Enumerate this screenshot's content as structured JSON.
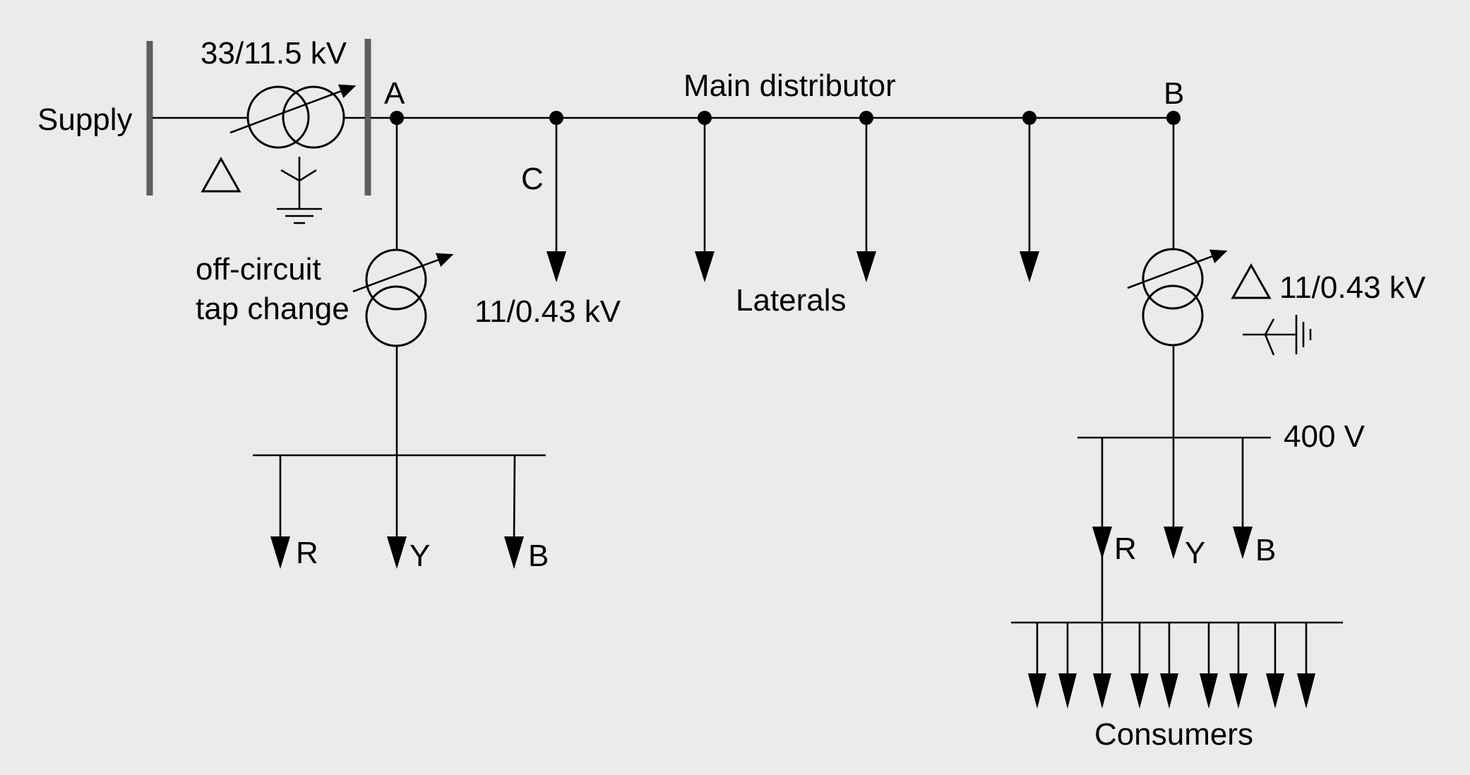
{
  "diagram": {
    "labels": {
      "supply": "Supply",
      "transformer_rating": "33/11.5 kV",
      "node_a": "A",
      "node_b": "B",
      "node_c": "C",
      "main_distributor": "Main distributor",
      "laterals": "Laterals",
      "tap_change_line1": "off-circuit",
      "tap_change_line2": "tap change",
      "lateral_c_rating": "11/0.43 kV",
      "substation_b_rating": "11/0.43 kV",
      "lv_bus_voltage": "400 V",
      "consumers": "Consumers"
    },
    "phases_a": [
      "R",
      "Y",
      "B"
    ],
    "phases_b": [
      "R",
      "Y",
      "B"
    ]
  },
  "colors": {
    "background": "#ebebeb",
    "line": "#000000",
    "busbar": "#5e5e5e"
  },
  "icons": [
    "delta-winding-icon",
    "star-earthed-winding-icon",
    "arrow-head-icon",
    "junction-node-icon"
  ]
}
